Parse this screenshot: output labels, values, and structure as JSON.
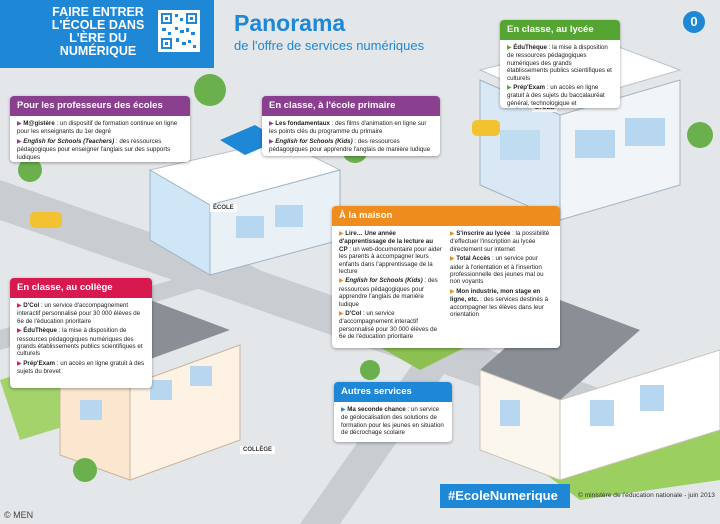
{
  "header": {
    "campaign_title": "FAIRE ENTRER L'ÉCOLE DANS L'ÈRE DU NUMÉRIQUE",
    "qr_icon": "qr-code-icon"
  },
  "title": "Panorama",
  "subtitle": "de l'offre de services numériques",
  "badge": "0",
  "signs": {
    "ecole": "ÉCOLE",
    "college": "COLLÈGE",
    "lycee": "LYCÉE"
  },
  "cards": {
    "lycee": {
      "title": "En classe, au lycée",
      "items": [
        {
          "name": "ÉduThèque",
          "text": " : la mise à disposition de ressources pédagogiques numériques des grands établissements publics scientifiques et culturels"
        },
        {
          "name": "Prép'Exam",
          "text": " : un accès en ligne gratuit à des sujets du baccalauréat général, technologique et professionnel"
        }
      ]
    },
    "professeurs": {
      "title": "Pour les professeurs des écoles",
      "items": [
        {
          "name": "M@gistère",
          "text": " : un dispositif de formation continue en ligne pour les enseignants du 1er degré"
        },
        {
          "name": "English for Schools (Teachers)",
          "text": " : des ressources pédagogiques pour enseigner l'anglais sur des supports ludiques"
        }
      ]
    },
    "primaire": {
      "title": "En classe, à l'école primaire",
      "items": [
        {
          "name": "Les fondamentaux",
          "text": " : des films d'animation en ligne sur les points clés du programme du primaire"
        },
        {
          "name": "English for Schools (Kids)",
          "text": " : des ressources pédagogiques pour apprendre l'anglais de manière ludique"
        }
      ]
    },
    "maison": {
      "title": "À la maison",
      "left_items": [
        {
          "name": "Lire… Une année d'apprentissage de la lecture au CP",
          "text": " : un web-documentaire pour aider les parents à accompagner leurs enfants dans l'apprentissage de la lecture"
        },
        {
          "name": "English for Schools (Kids)",
          "text": " : des ressources pédagogiques pour apprendre l'anglais de manière ludique"
        },
        {
          "name": "D'Col",
          "text": " : un service d'accompagnement interactif personnalisé pour 30 000 élèves de 6e de l'éducation prioritaire"
        }
      ],
      "right_items": [
        {
          "name": "S'inscrire au lycée",
          "text": " : la possibilité d'effectuer l'inscription au lycée directement sur internet"
        },
        {
          "name": "Total Accès",
          "text": " : un service pour aider à l'orientation et à l'insertion professionnelle des jeunes mal ou non voyants"
        },
        {
          "name": "Mon industrie, mon stage en ligne, etc.",
          "text": " : des services destinés à accompagner les élèves dans leur orientation"
        }
      ]
    },
    "college": {
      "title": "En classe, au collège",
      "items": [
        {
          "name": "D'Col",
          "text": " : un service d'accompagnement interactif personnalisé pour 30 000 élèves de 6e de l'éducation prioritaire"
        },
        {
          "name": "ÉduThèque",
          "text": " : la mise à disposition de ressources pédagogiques numériques des grands établissements publics scientifiques et culturels"
        },
        {
          "name": "Prép'Exam",
          "text": " : un accès en ligne gratuit à des sujets du brevet"
        }
      ]
    },
    "autres": {
      "title": "Autres services",
      "items": [
        {
          "name": "Ma seconde chance",
          "text": " : un service de géolocalisation des solutions de formation pour les jeunes en situation de décrochage scolaire"
        }
      ]
    }
  },
  "hashtag": "#EcoleNumerique",
  "credit": "© ministère de l'éducation nationale - juin 2013",
  "copyright": "© MEN",
  "colors": {
    "blue": "#1e87d6",
    "green": "#55a532",
    "purple": "#8b3f8f",
    "pink": "#d7194f",
    "orange": "#ef8c1e"
  }
}
